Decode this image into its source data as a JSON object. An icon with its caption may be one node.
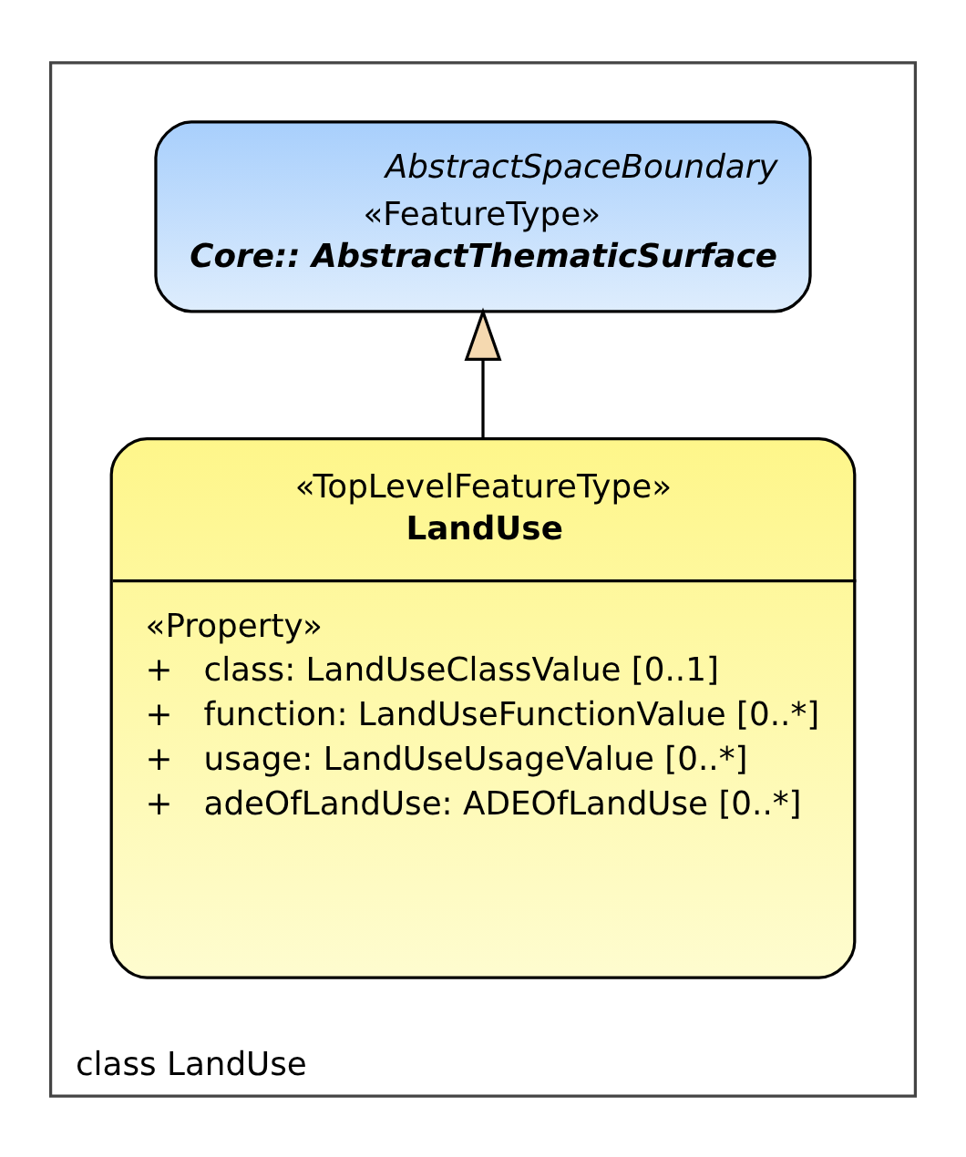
{
  "diagram": {
    "nodes": [
      {
        "text": [
          "class LandUse"
        ]
      },
      {
        "text": [
          "AbstractSpaceBoundary",
          "«FeatureType»",
          "Core:: AbstractThematicSurface"
        ],
        "in": 0
      },
      {
        "text": [
          "«TopLevelFeatureType»",
          "LandUse",
          "«Property»",
          "+   class: LandUseClassValue [0..1]",
          "+   function: LandUseFunctionValue [0..*]",
          "+   usage: LandUseUsageValue [0..*]",
          "+   adeOfLandUse: ADEOfLandUse [0..*]"
        ],
        "in": 0
      }
    ],
    "edges": [
      {
        "from": 2,
        "to": 1,
        "arrow": "to"
      }
    ]
  }
}
